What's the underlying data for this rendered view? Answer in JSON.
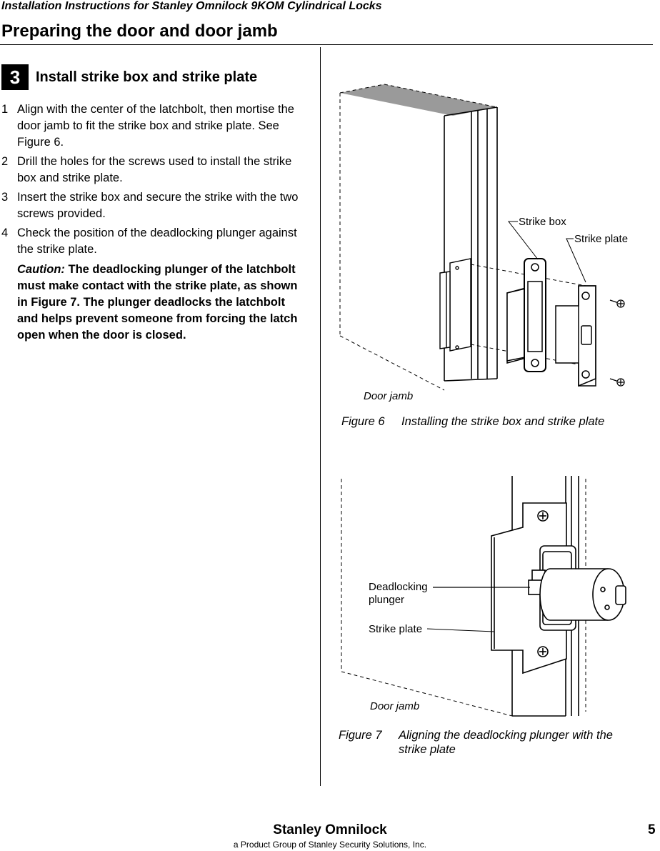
{
  "header": {
    "doc_title": "Installation Instructions for Stanley Omnilock 9KOM Cylindrical Locks",
    "section_title": "Preparing the door and door jamb"
  },
  "step": {
    "number": "3",
    "title": "Install strike box and strike plate",
    "items": [
      {
        "n": "1",
        "text": "Align with the center of the latchbolt, then mortise the door jamb to fit the strike box and strike plate. See Figure 6."
      },
      {
        "n": "2",
        "text": "Drill the holes for the screws used to install the strike box and strike plate."
      },
      {
        "n": "3",
        "text": "Insert the strike box and secure the strike with the two screws provided."
      },
      {
        "n": "4",
        "text": "Check the position of the deadlocking plunger against the strike plate."
      }
    ],
    "caution_label": "Caution:",
    "caution_text": "The deadlocking plunger of the latchbolt must make contact with the strike plate, as shown in Figure 7. The plunger deadlocks the latchbolt and helps prevent someone from forcing the latch open when the door is closed."
  },
  "figure6": {
    "label_strike_box": "Strike box",
    "label_strike_plate": "Strike plate",
    "label_door_jamb": "Door jamb",
    "caption_num": "Figure 6",
    "caption_text": "Installing the strike box and strike plate"
  },
  "figure7": {
    "label_deadlocking_1": "Deadlocking",
    "label_deadlocking_2": "plunger",
    "label_strike_plate": "Strike plate",
    "label_door_jamb": "Door jamb",
    "caption_num": "Figure 7",
    "caption_line1": "Aligning the deadlocking plunger with the",
    "caption_line2": "strike plate"
  },
  "footer": {
    "brand": "Stanley Omnilock",
    "subtitle": "a Product Group of Stanley Security Solutions, Inc.",
    "page_number": "5"
  }
}
